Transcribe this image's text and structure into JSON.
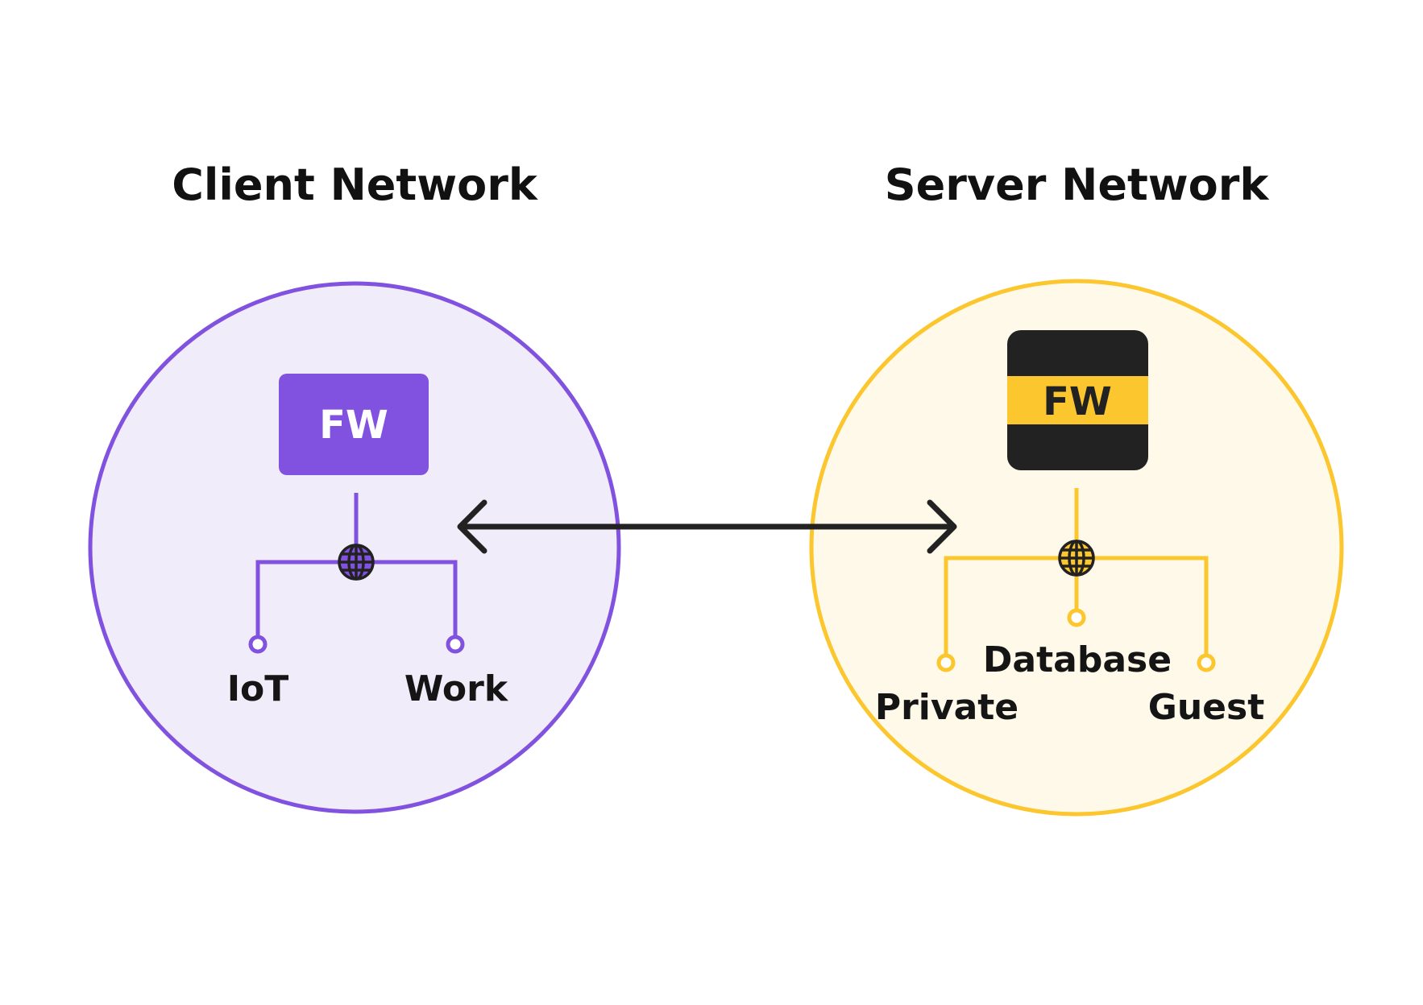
{
  "colors": {
    "client_accent": "#8152DF",
    "client_fill": "#F1ECF9",
    "server_accent": "#FBC62E",
    "server_fill": "#FEF9E8",
    "firewall_dark": "#222222",
    "arrow": "#222222",
    "text": "#151515"
  },
  "client": {
    "title": "Client Network",
    "firewall_label": "FW",
    "hub_icon": "globe-icon",
    "segments": [
      "IoT",
      "Work"
    ]
  },
  "server": {
    "title": "Server Network",
    "firewall_label": "FW",
    "hub_icon": "globe-icon",
    "segments": [
      "Private",
      "Database",
      "Guest"
    ]
  },
  "connection": {
    "icon": "bidirectional-arrow-icon"
  }
}
